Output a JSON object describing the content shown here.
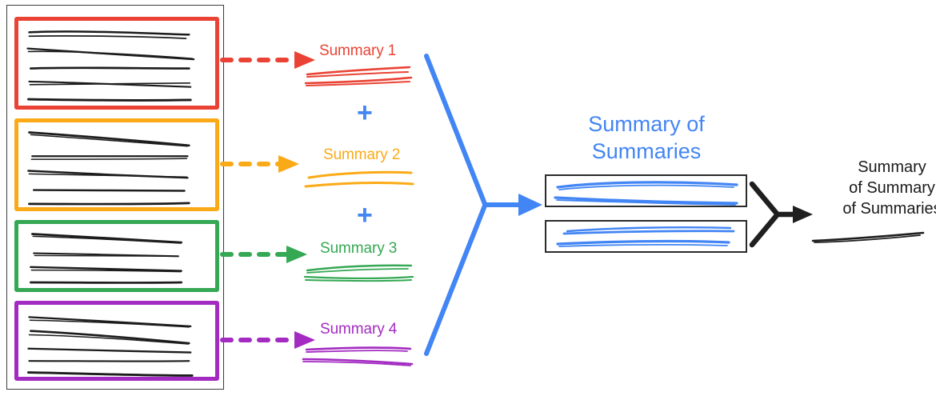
{
  "diagram": {
    "title_semantic": "hierarchical-summarization-diagram",
    "background": "#ffffff"
  },
  "colors": {
    "red": "#ea4335",
    "orange": "#fbaa17",
    "green": "#34a853",
    "purple": "#a32bc2",
    "blue": "#4285f4",
    "black": "#1f1f1f",
    "container_border": "#3b3b3b"
  },
  "source_documents": {
    "container_name": "document-collection",
    "blocks": [
      {
        "id": "doc-1",
        "color": "#ea4335",
        "line_count": 5
      },
      {
        "id": "doc-2",
        "color": "#fbaa17",
        "line_count": 5
      },
      {
        "id": "doc-3",
        "color": "#34a853",
        "line_count": 4
      },
      {
        "id": "doc-4",
        "color": "#a32bc2",
        "line_count": 5
      }
    ]
  },
  "summaries": [
    {
      "label": "Summary 1",
      "color": "#ea4335",
      "arrow": "dashed-arrow-right"
    },
    {
      "label": "Summary 2",
      "color": "#fbaa17",
      "arrow": "dashed-arrow-right"
    },
    {
      "label": "Summary 3",
      "color": "#34a853",
      "arrow": "dashed-arrow-right"
    },
    {
      "label": "Summary 4",
      "color": "#a32bc2",
      "arrow": "dashed-arrow-right"
    }
  ],
  "operators": [
    {
      "symbol": "+",
      "color": "#4285f4"
    },
    {
      "symbol": "+",
      "color": "#4285f4"
    },
    {
      "symbol": "+",
      "color": "#4285f4"
    }
  ],
  "merge": {
    "name": "blue-merge-arrow",
    "color": "#4285f4"
  },
  "summary_of_summaries": {
    "title": "Summary of\nSummaries",
    "color": "#4285f4",
    "boxes": [
      {
        "id": "sos-box-1",
        "line_count": 2
      },
      {
        "id": "sos-box-2",
        "line_count": 2
      }
    ]
  },
  "final_merge": {
    "name": "black-merge-arrow",
    "color": "#1f1f1f"
  },
  "final_output": {
    "title": "Summary\nof Summary\nof Summaries",
    "color": "#1a1a1a",
    "line_count": 1
  }
}
